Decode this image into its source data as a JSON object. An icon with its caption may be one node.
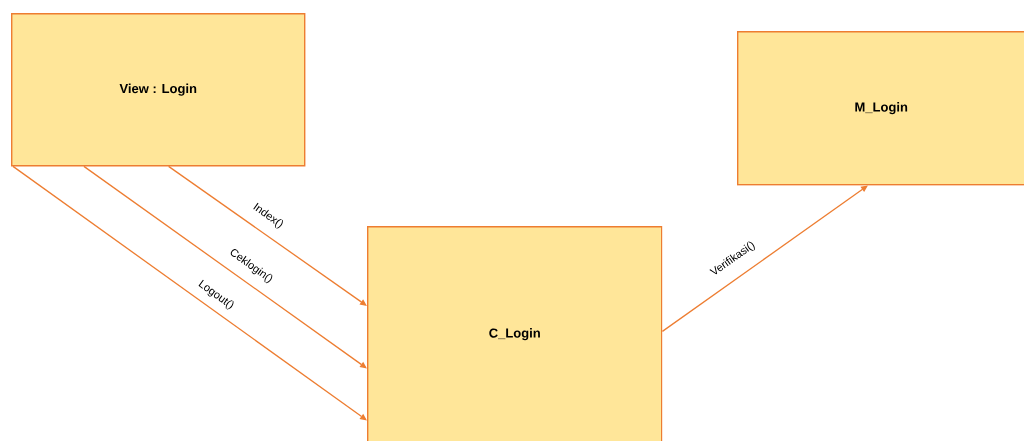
{
  "diagram": {
    "nodes": [
      {
        "text": [
          "View : Login"
        ]
      },
      {
        "text": [
          "C_Login"
        ]
      },
      {
        "text": [
          "M_Login"
        ]
      }
    ],
    "edges": [
      {
        "from": 0,
        "to": 1,
        "arrow": "to",
        "label": "Index()"
      },
      {
        "from": 0,
        "to": 1,
        "arrow": "to",
        "label": "Ceklogin()"
      },
      {
        "from": 0,
        "to": 1,
        "arrow": "to",
        "label": "Logout()"
      },
      {
        "from": 1,
        "to": 2,
        "arrow": "to",
        "label": "Verifikasi()"
      }
    ]
  }
}
